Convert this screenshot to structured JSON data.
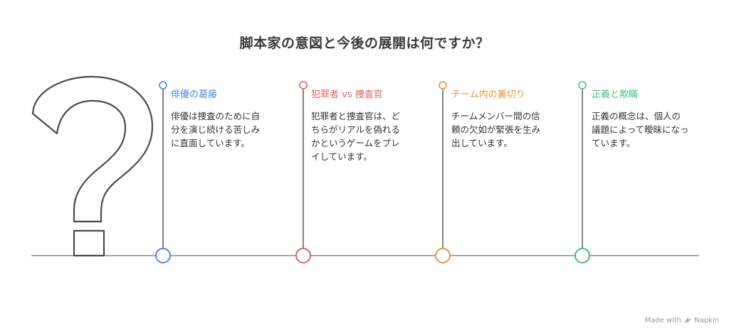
{
  "title": "脚本家の意図と今後の展開は何ですか？",
  "steps": [
    {
      "heading": "俳優の葛藤",
      "color": "#4a86e8",
      "lines": [
        "俳優は捜査のために自",
        "分を演じ続ける苦しみ",
        "に直面しています。"
      ]
    },
    {
      "heading": "犯罪者 vs 捜査官",
      "color": "#e06060",
      "lines": [
        "犯罪者と捜査官は、ど",
        "ちらがリアルを偽れる",
        "かというゲームをプレ",
        "イしています。"
      ]
    },
    {
      "heading": "チーム内の裏切り",
      "color": "#e8943a",
      "lines": [
        "チームメンバー間の信",
        "頼の欠如が緊張を生み",
        "出しています。"
      ]
    },
    {
      "heading": "正義と欺瞞",
      "color": "#3cc47c",
      "lines": [
        "正義の概念は、個人の",
        "議題によって曖昧になっ",
        "ています。"
      ]
    }
  ],
  "decoration_icon": "question-mark-icon",
  "watermark": {
    "text": "Made with",
    "brand": "Napkin",
    "icon": "napkin-logo-icon"
  }
}
